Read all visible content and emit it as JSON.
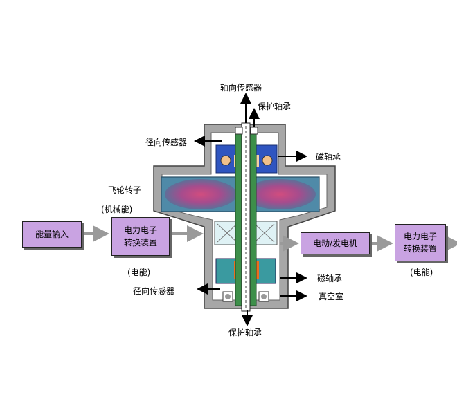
{
  "labels": {
    "axial_sensor": "轴向传感器",
    "protect_bearing_top": "保护轴承",
    "radial_sensor_top": "径向传感器",
    "magnetic_bearing_top": "磁轴承",
    "flywheel_rotor": "飞轮转子",
    "mechanical_energy": "(机械能)",
    "electric_energy_left": "(电能)",
    "radial_sensor_bottom": "径向传感器",
    "magnetic_bearing_bottom": "磁轴承",
    "vacuum_chamber": "真空室",
    "protect_bearing_bottom": "保护轴承",
    "electric_energy_right": "(电能)"
  },
  "boxes": {
    "energy_input": "能量输入",
    "converter_left_line1": "电力电子",
    "converter_left_line2": "转换装置",
    "motor_generator": "电动/发电机",
    "converter_right_line1": "电力电子",
    "converter_right_line2": "转换装置"
  },
  "colors": {
    "box_fill": "#c9a3e2",
    "housing": "#9a9a9a",
    "rotor": "#4a7fa0",
    "magnetic_bearing": "#2b4fb0",
    "shaft_coil": "#2e8b57",
    "orange": "#e86a1a",
    "arrow_gray": "#9a9a9a"
  }
}
